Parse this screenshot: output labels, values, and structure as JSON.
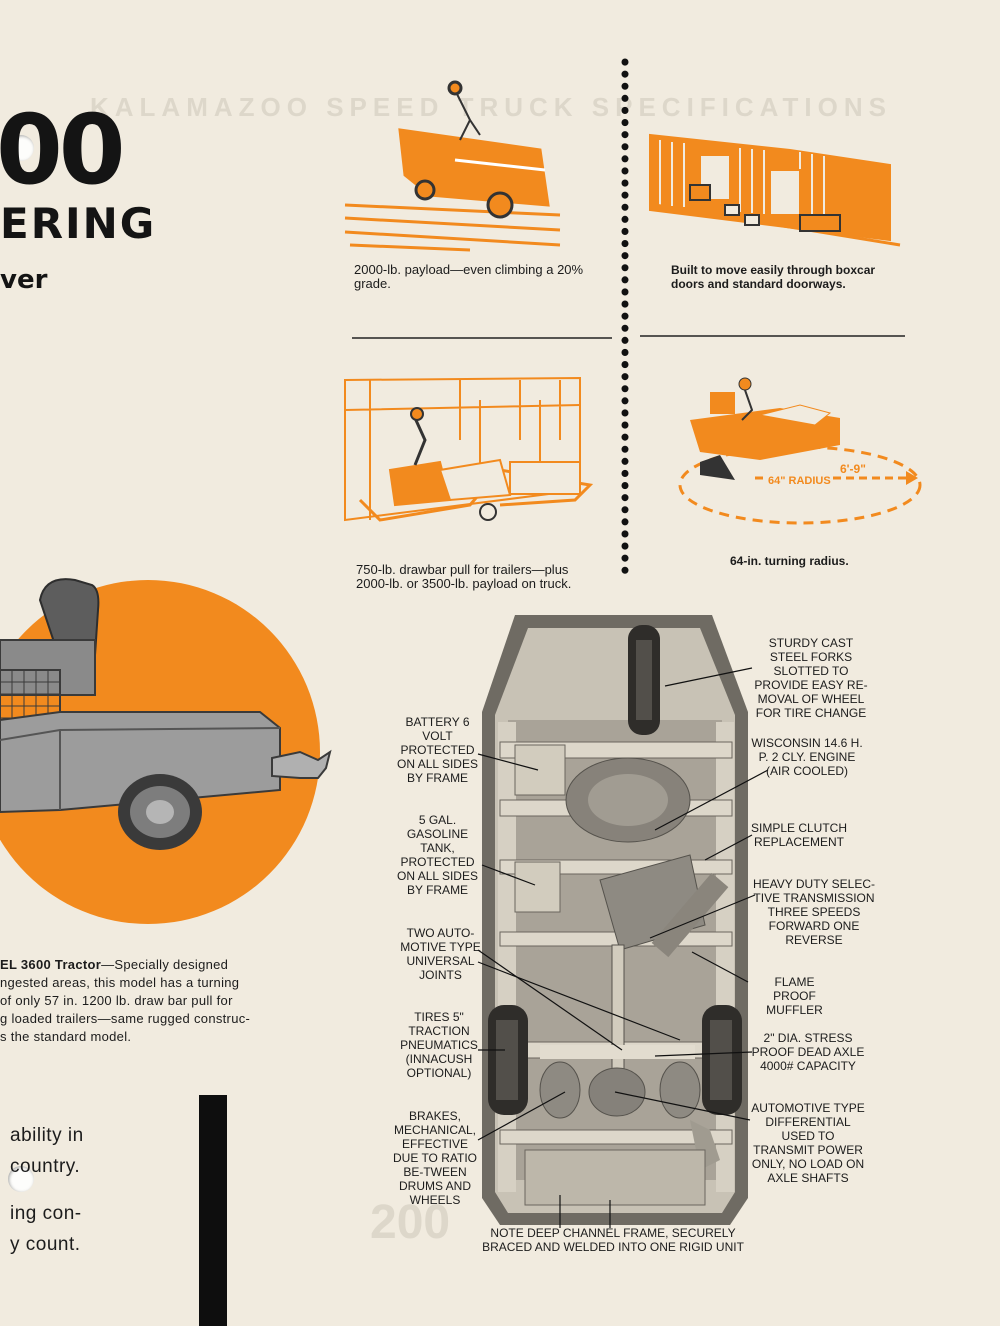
{
  "header": {
    "title_fragment": "00",
    "subtitle_fragment": "ERING",
    "tagline_fragment": "ver"
  },
  "panels": {
    "grade": "2000-lb. payload—even climbing a 20% grade.",
    "boxcar": "Built to move easily through boxcar doors and standard doorways.",
    "drawbar": "750-lb. drawbar pull for trailers—plus 2000-lb. or 3500-lb. payload on truck.",
    "turning": "64-in. turning radius.",
    "radius_label": "64\" RADIUS",
    "length_label": "6'-9\""
  },
  "tractor": {
    "model_name": "EL 3600 Tractor",
    "description_line1": "—Specially designed",
    "description_rest": [
      "ngested areas, this model has a turning",
      "of only 57 in. 1200 lb. draw bar pull for",
      "g loaded trailers—same rugged construc-",
      "s the standard model."
    ]
  },
  "slogan": [
    "ability in",
    "country.",
    "ing con-",
    "y count."
  ],
  "chassis_callouts": {
    "forks": "STURDY CAST STEEL FORKS SLOTTED TO PROVIDE EASY RE-MOVAL OF WHEEL FOR TIRE CHANGE",
    "battery": "BATTERY 6 VOLT PROTECTED ON ALL SIDES BY FRAME",
    "engine": "WISCONSIN 14.6 H. P. 2 CLY. ENGINE (AIR COOLED)",
    "tank": "5 GAL. GASOLINE TANK, PROTECTED ON ALL SIDES BY FRAME",
    "clutch": "SIMPLE CLUTCH REPLACEMENT",
    "transmission": "HEAVY DUTY SELEC-TIVE TRANSMISSION THREE SPEEDS FORWARD ONE REVERSE",
    "joints": "TWO AUTO-MOTIVE TYPE UNIVERSAL JOINTS",
    "muffler": "FLAME PROOF MUFFLER",
    "tires": "TIRES 5\" TRACTION PNEUMATICS (INNACUSH OPTIONAL)",
    "axle": "2\" DIA. STRESS PROOF DEAD AXLE 4000# CAPACITY",
    "brakes": "BRAKES, MECHANICAL, EFFECTIVE DUE TO RATIO BE-TWEEN DRUMS AND WHEELS",
    "differential": "AUTOMOTIVE TYPE DIFFERENTIAL USED TO TRANSMIT POWER ONLY, NO LOAD ON AXLE SHAFTS",
    "frame": "NOTE DEEP CHANNEL FRAME, SECURELY BRACED AND WELDED INTO ONE RIGID UNIT"
  },
  "colors": {
    "paper": "#f1ebdf",
    "orange": "#f28a1e",
    "ink": "#1c1c1c"
  }
}
